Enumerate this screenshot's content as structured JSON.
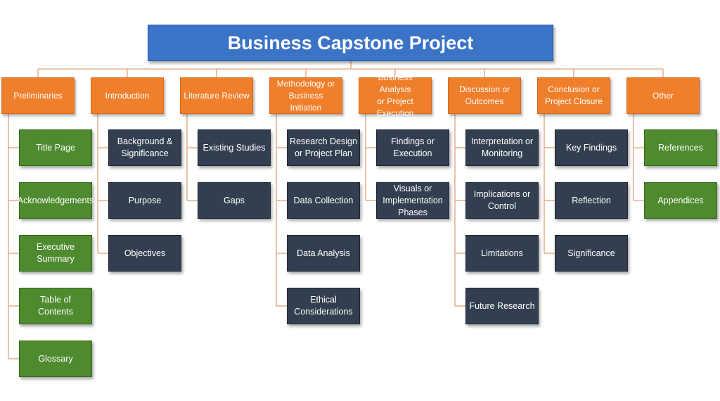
{
  "title": "Business Capstone Project",
  "colors": {
    "title_fill": "#3B73C7",
    "header_fill": "#F07F2C",
    "child_fill_dark": "#333F50",
    "child_fill_green": "#4E8A2E",
    "connector": "#E0A27A",
    "text": "#FFFFFF"
  },
  "columns": [
    {
      "header": "Preliminaries",
      "style": "green",
      "children": [
        "Title Page",
        "Acknowledgements",
        "Executive\nSummary",
        "Table of Contents",
        "Glossary"
      ]
    },
    {
      "header": "Introduction",
      "style": "dark",
      "children": [
        "Background &\nSignificance",
        "Purpose",
        "Objectives"
      ]
    },
    {
      "header": "Literature Review",
      "style": "dark",
      "children": [
        "Existing Studies",
        "Gaps"
      ]
    },
    {
      "header": "Methodology or\nBusiness Initiation",
      "style": "dark",
      "children": [
        "Research Design\nor Project Plan",
        "Data Collection",
        "Data Analysis",
        "Ethical\nConsiderations"
      ]
    },
    {
      "header": "Business Analysis\nor Project Execution",
      "style": "dark",
      "children": [
        "Findings or\nExecution",
        "Visuals or\nImplementation\nPhases"
      ]
    },
    {
      "header": "Discussion or\nOutcomes",
      "style": "dark",
      "children": [
        "Interpretation or\nMonitoring",
        "Implications or\nControl",
        "Limitations",
        "Future Research"
      ]
    },
    {
      "header": "Conclusion or\nProject Closure",
      "style": "dark",
      "children": [
        "Key Findings",
        "Reflection",
        "Significance"
      ]
    },
    {
      "header": "Other",
      "style": "green",
      "children": [
        "References",
        "Appendices"
      ]
    }
  ]
}
